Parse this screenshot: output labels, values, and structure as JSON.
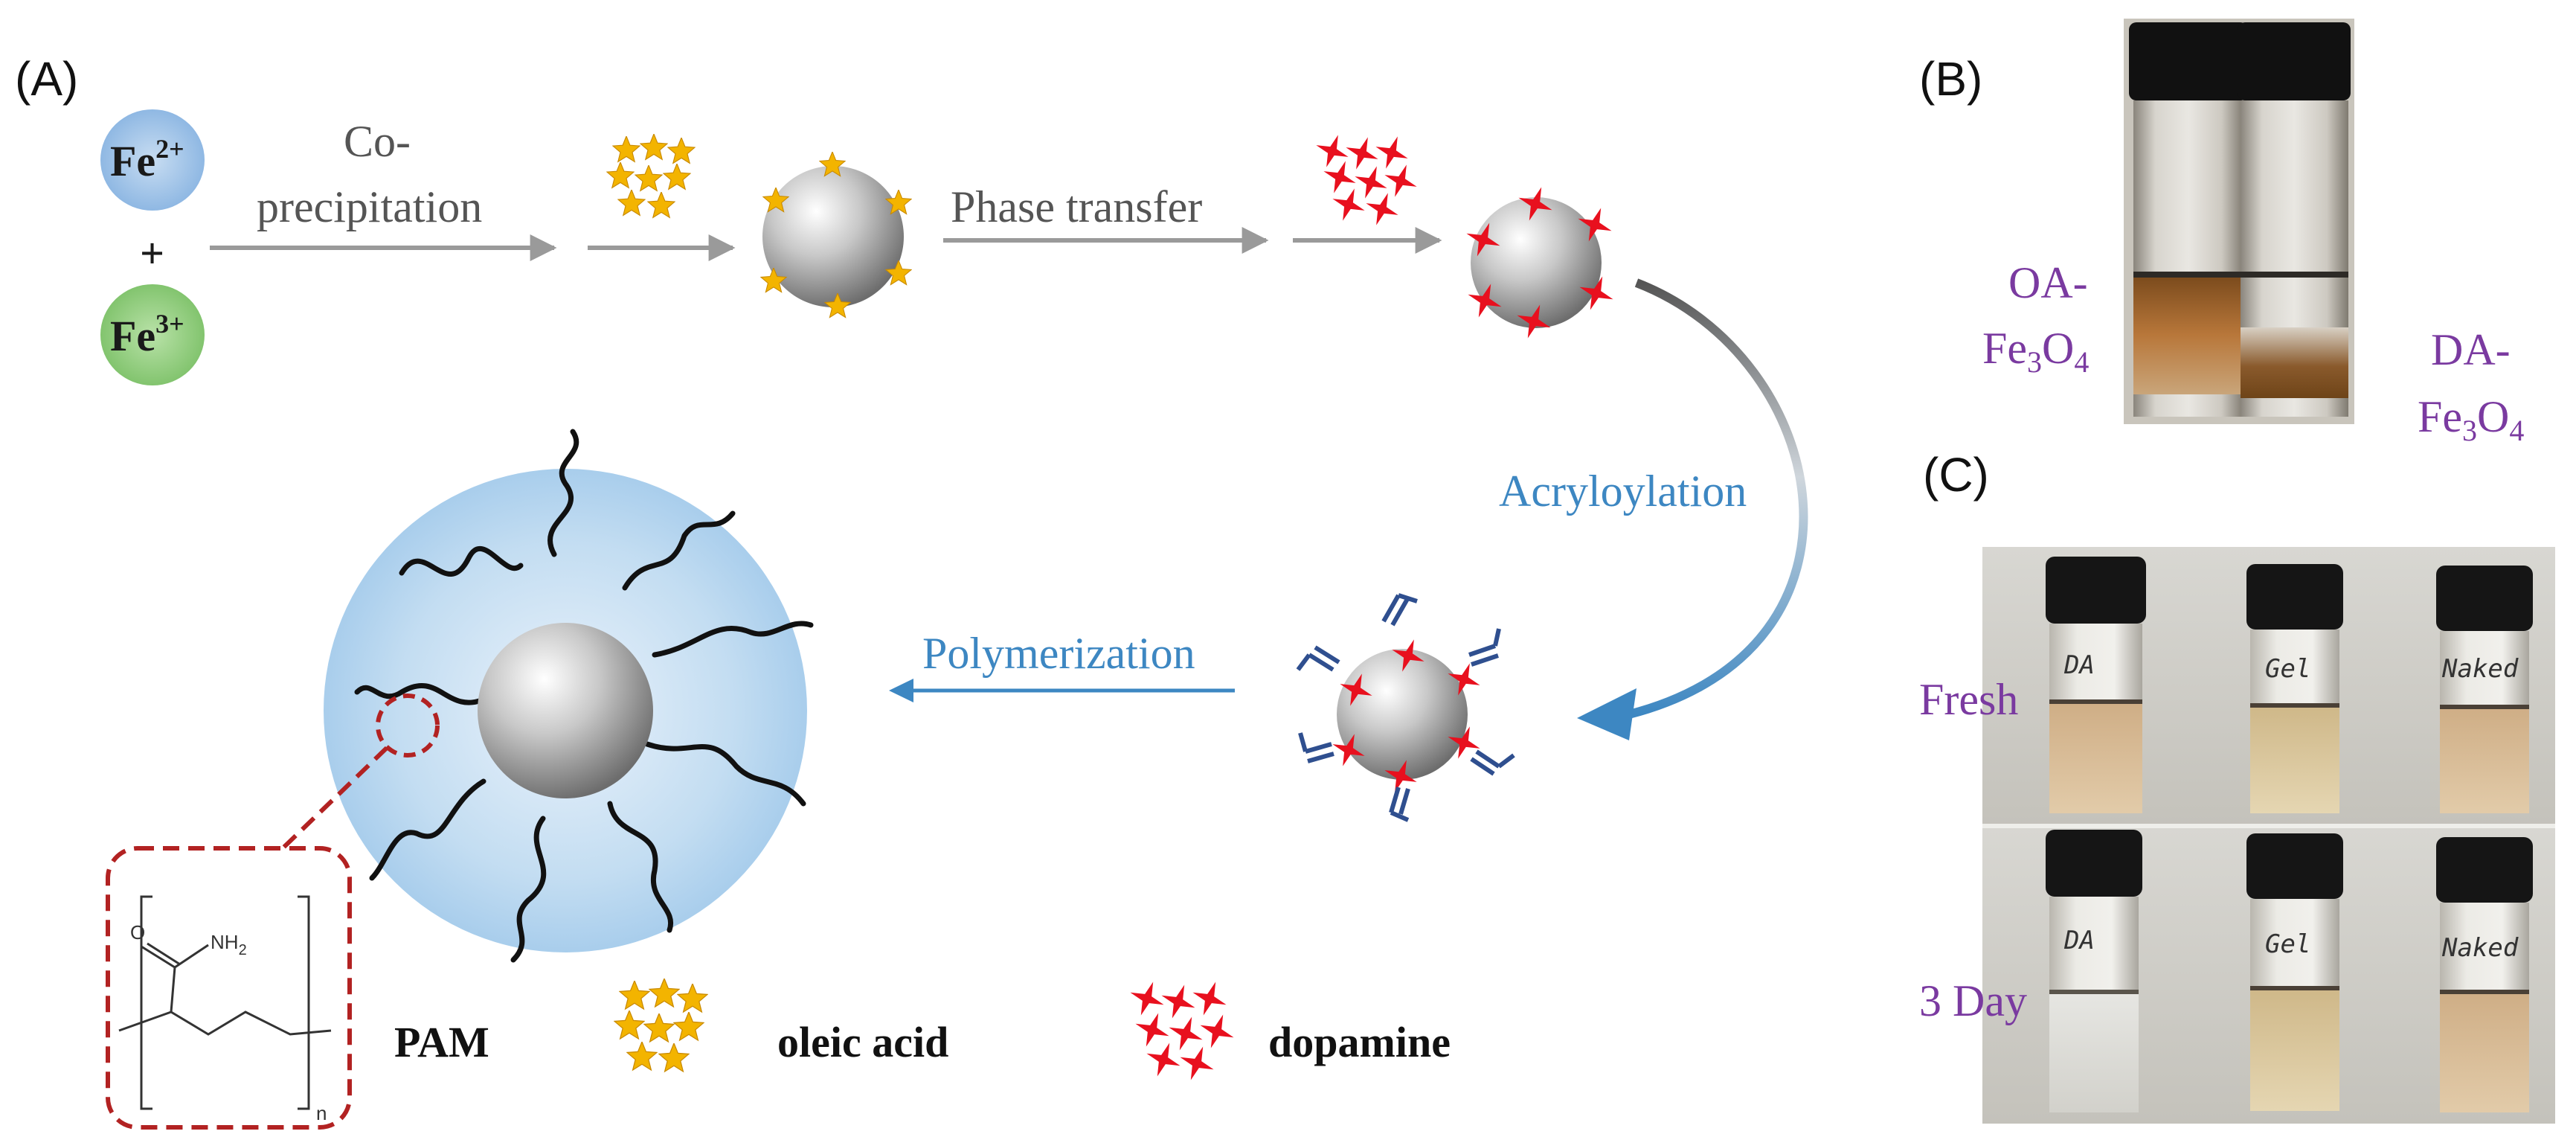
{
  "panel_a": {
    "label": "(A)",
    "ions": {
      "fe2": "Fe",
      "fe2_sup": "2+",
      "plus": "+",
      "fe3": "Fe",
      "fe3_sup": "3+"
    },
    "step_coprecip_line1": "Co-",
    "step_coprecip_line2": "precipitation",
    "step_phase": "Phase transfer",
    "step_acryl": "Acryloylation",
    "step_polym": "Polymerization",
    "pam_subscript": "n",
    "pam_group": "O",
    "pam_nh2": "NH",
    "pam_nh2_sub": "2",
    "legend": {
      "pam": "PAM",
      "oleic": "oleic acid",
      "dopamine": "dopamine"
    },
    "colors": {
      "star_yellow": "#f3b400",
      "star_red": "#e8101e",
      "arrow_gray": "#9a9a9a",
      "arrow_blue": "#3d87c2",
      "dashed_red": "#b22222"
    }
  },
  "panel_b": {
    "label": "(B)",
    "left_line1": "OA-",
    "left_fe": "Fe",
    "left_sub3": "3",
    "left_o": "O",
    "left_sub4": "4",
    "right_line1": "DA-",
    "right_fe": "Fe",
    "right_sub3": "3",
    "right_o": "O",
    "right_sub4": "4"
  },
  "panel_c": {
    "label": "(C)",
    "row1": "Fresh",
    "row2": "3 Day",
    "vial_labels": [
      "DA",
      "Gel",
      "Naked"
    ]
  }
}
